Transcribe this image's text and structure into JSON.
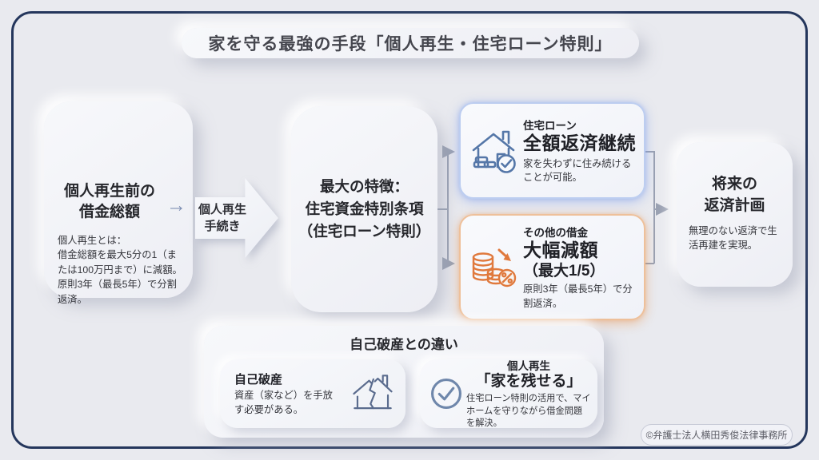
{
  "colors": {
    "background": "#e9eaef",
    "frame_navy": "#24365c",
    "card_bg": "#f3f4f8",
    "text_dark": "#26272c",
    "text_body": "#34353b",
    "connector_gray": "#9aa1b2",
    "blue_accent": "#5577a8",
    "blue_border": "#bccdf0",
    "orange_accent": "#e0793d",
    "orange_border": "#eec09a"
  },
  "title": "家を守る最強の手段「個人再生・住宅ローン特則」",
  "left_box": {
    "title_line1": "個人再生前の",
    "title_line2": "借金総額",
    "arrow": "→",
    "body_intro": "個人再生とは：",
    "body": "借金総額を最大5分の1（または100万円まで）に減額。原則3年（最長5年）で分割返済。"
  },
  "process_arrow": {
    "line1": "個人再生",
    "line2": "手続き"
  },
  "middle_box": {
    "line1": "最大の特徴：",
    "line2": "住宅資金特別条項",
    "line3": "（住宅ローン特則）"
  },
  "housing_box": {
    "tag": "住宅ローン",
    "title": "全額返済継続",
    "body": "家を失わずに住み続けることが可能。"
  },
  "debt_box": {
    "tag": "その他の借金",
    "title": "大幅減額",
    "subtitle": "（最大1/5）",
    "body": "原則3年（最長5年）で分割返済。"
  },
  "future_box": {
    "title_line1": "将来の",
    "title_line2": "返済計画",
    "body": "無理のない返済で生活再建を実現。"
  },
  "comparison": {
    "title": "自己破産との違い",
    "bankruptcy": {
      "title": "自己破産",
      "body": "資産（家など）を手放す必要がある。"
    },
    "rehabilitation": {
      "title": "個人再生",
      "subtitle": "「家を残せる」",
      "body": "住宅ローン特則の活用で、マイホームを守りながら借金問題を解決。"
    }
  },
  "footer": {
    "copyright": "©弁護士法人横田秀俊法律事務所"
  }
}
